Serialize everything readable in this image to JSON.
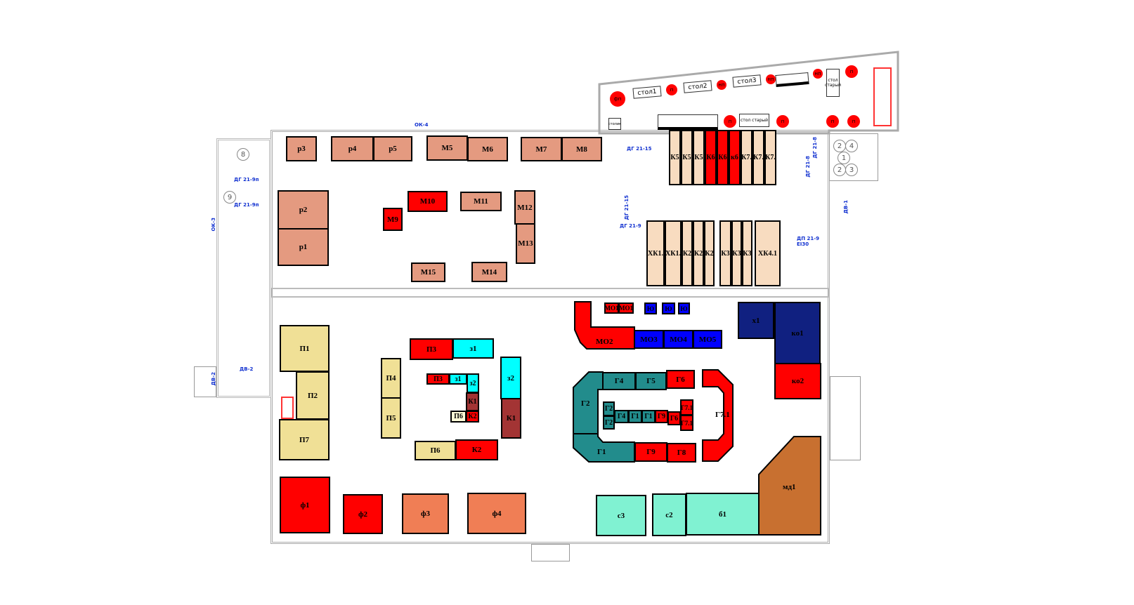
{
  "wall_labels": {
    "ok4": "ОК-4",
    "ok3": "ОК-3",
    "dg2115a": "ДГ 21-15",
    "dg2115b": "ДГ 21-15",
    "dg219": "ДГ 21-9",
    "dp219": "ДП 21-9",
    "ei30": "EI30",
    "dg218a": "ДГ 21-8",
    "dg218b": "ДГ 21-8",
    "dv1": "ДВ-1",
    "dg219pa": "ДГ 21-9п",
    "dg219pb": "ДГ 21-9п",
    "dv2a": "ДВ-2",
    "dv2b": "ДВ-2"
  },
  "rooms": {
    "n8": "8",
    "n9": "9",
    "n4": "4",
    "n3": "3",
    "n1": "1",
    "n2a": "2",
    "n2b": "2"
  },
  "annex": {
    "circles": [
      "фп",
      "п",
      "нп",
      "нп",
      "нп",
      "п",
      "п",
      "п",
      "п",
      "п"
    ],
    "stol1": "стол1",
    "stol2": "стол2",
    "stol3": "стол3",
    "stol_old1": "стол старый",
    "stol_old2": "стол старый",
    "stolik": "столик"
  },
  "blocks": {
    "r3": "р3",
    "r4": "р4",
    "r5": "р5",
    "m5": "М5",
    "m6": "М6",
    "m7": "М7",
    "m8": "М8",
    "r2": "р2",
    "r1": "р1",
    "m10": "М10",
    "m11": "М11",
    "m9": "М9",
    "m12": "М12",
    "m13": "М13",
    "m15": "М15",
    "m14": "М14",
    "k_top": [
      "К5",
      "К5",
      "К5",
      "К6",
      "К6",
      "к6",
      "К7.",
      "К7.",
      "К7."
    ],
    "k_low1": [
      "ХК1.",
      "ХК1.",
      "К2",
      "К2",
      "К2"
    ],
    "k_low2": [
      "К3",
      "К3",
      "К3"
    ],
    "xk41": "ХК4.1",
    "mo1a": "МО1",
    "mo1b": "МО1",
    "yu1": "Ю",
    "yu2": "Ю",
    "yu3": "Ю",
    "mo2": "МО2",
    "mo3": "МО3",
    "mo4": "МО4",
    "mo5": "МО5",
    "x1": "х1",
    "ko1": "ко1",
    "ko2": "ко2",
    "p1": "П1",
    "p2": "П2",
    "p7": "П7",
    "p4": "П4",
    "p5": "П5",
    "p3": "П3",
    "z1": "з1",
    "p3s": "П3",
    "z1s": "з1",
    "z2s": "з2",
    "k1s": "К1",
    "k2s": "К2",
    "p6s": "П6",
    "z2": "з2",
    "k1": "К1",
    "p6": "П6",
    "k2": "К2",
    "g2": "Г2",
    "g4": "Г4",
    "g5": "Г5",
    "g6": "Г6",
    "g1": "Г1",
    "g9": "Г9",
    "g8": "Г8",
    "g71": "Г7.1",
    "g2i1": "Г2",
    "g2i2": "Г2",
    "g4i": "Г4",
    "g1i1": "Г1",
    "g1i2": "Г1",
    "g9i": "Г9",
    "g6i": "Г6",
    "g71i1": "Г7.1",
    "g71i2": "Г7.1",
    "f1": "ф1",
    "f2": "ф2",
    "f3": "ф3",
    "f4": "ф4",
    "s3": "с3",
    "s2": "с2",
    "b1": "б1",
    "md1": "мд1"
  },
  "colors": {
    "salmon": "#E49A80",
    "red": "#FF0000",
    "peach": "#F8DCC0",
    "yellow": "#F0E096",
    "cyan": "#00FFFF",
    "dark_red": "#A33434",
    "teal": "#228C8C",
    "blue": "#0000FF",
    "navy": "#102080",
    "mint": "#80F2D2",
    "brown": "#C87030",
    "orange": "#F07E55"
  }
}
